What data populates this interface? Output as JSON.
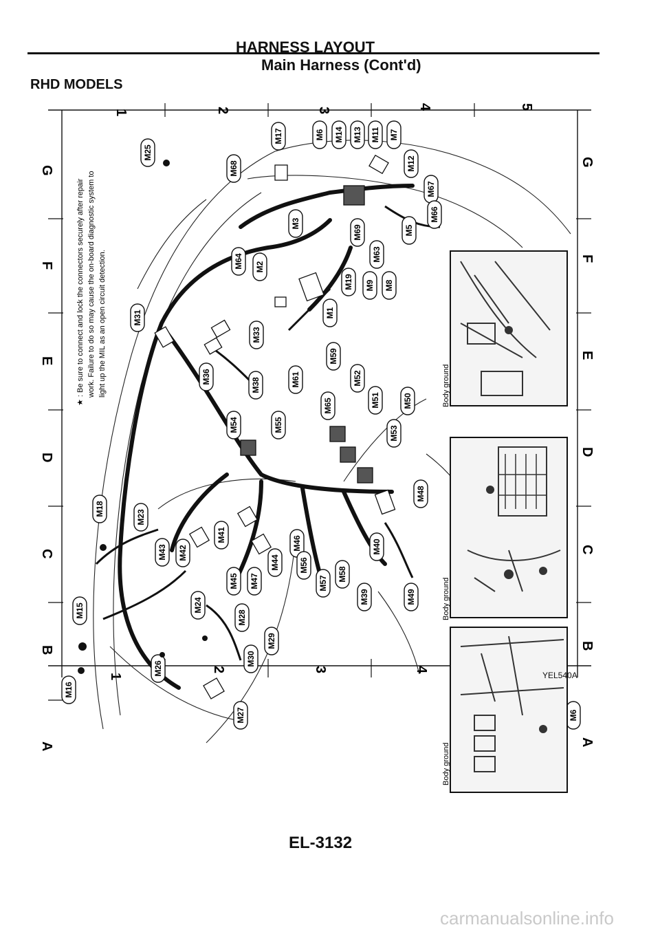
{
  "header": {
    "title": "HARNESS LAYOUT",
    "subtitle": "Main Harness (Cont'd)",
    "model": "RHD MODELS"
  },
  "footer": {
    "page_number": "EL-3132",
    "figure_ref": "YEL540A",
    "watermark": "carmanualsonline.info"
  },
  "note": {
    "lines": [
      "★ : Be sure to connect and lock the connectors securely after repair",
      "work. Failure to do so may cause the on-board diagnostic system to",
      "light up the MIL as an open circuit detection."
    ]
  },
  "grid": {
    "columns": [
      "1",
      "2",
      "3",
      "4",
      "5"
    ],
    "rows": [
      "G",
      "F",
      "E",
      "D",
      "C",
      "B",
      "A"
    ]
  },
  "body_ground_label": "Body ground",
  "connectors": [
    {
      "label": "M25"
    },
    {
      "label": "M17"
    },
    {
      "label": "M6"
    },
    {
      "label": "M14"
    },
    {
      "label": "M13"
    },
    {
      "label": "M11"
    },
    {
      "label": "M7"
    },
    {
      "label": "M12"
    },
    {
      "label": "M67"
    },
    {
      "label": "M66"
    },
    {
      "label": "M68"
    },
    {
      "label": "M3"
    },
    {
      "label": "M69"
    },
    {
      "label": "M5"
    },
    {
      "label": "M63"
    },
    {
      "label": "M64"
    },
    {
      "label": "M2"
    },
    {
      "label": "M19"
    },
    {
      "label": "M9"
    },
    {
      "label": "M8"
    },
    {
      "label": "M1"
    },
    {
      "label": "M31"
    },
    {
      "label": "M33"
    },
    {
      "label": "M59"
    },
    {
      "label": "M36"
    },
    {
      "label": "M38"
    },
    {
      "label": "M61"
    },
    {
      "label": "M52"
    },
    {
      "label": "M65"
    },
    {
      "label": "M51"
    },
    {
      "label": "M50"
    },
    {
      "label": "M54"
    },
    {
      "label": "M55"
    },
    {
      "label": "M53"
    },
    {
      "label": "M48"
    },
    {
      "label": "M18"
    },
    {
      "label": "M23"
    },
    {
      "label": "M43"
    },
    {
      "label": "M42"
    },
    {
      "label": "M41"
    },
    {
      "label": "M45"
    },
    {
      "label": "M47"
    },
    {
      "label": "M44"
    },
    {
      "label": "M46"
    },
    {
      "label": "M56"
    },
    {
      "label": "M57"
    },
    {
      "label": "M58"
    },
    {
      "label": "M40"
    },
    {
      "label": "M39"
    },
    {
      "label": "M49"
    },
    {
      "label": "M15"
    },
    {
      "label": "M24"
    },
    {
      "label": "M28"
    },
    {
      "label": "M29"
    },
    {
      "label": "M30"
    },
    {
      "label": "M26"
    },
    {
      "label": "M16"
    },
    {
      "label": "M27"
    }
  ],
  "insets": [
    {
      "connector": "M28"
    },
    {
      "connector": "M26"
    },
    {
      "connector": "M6"
    }
  ]
}
